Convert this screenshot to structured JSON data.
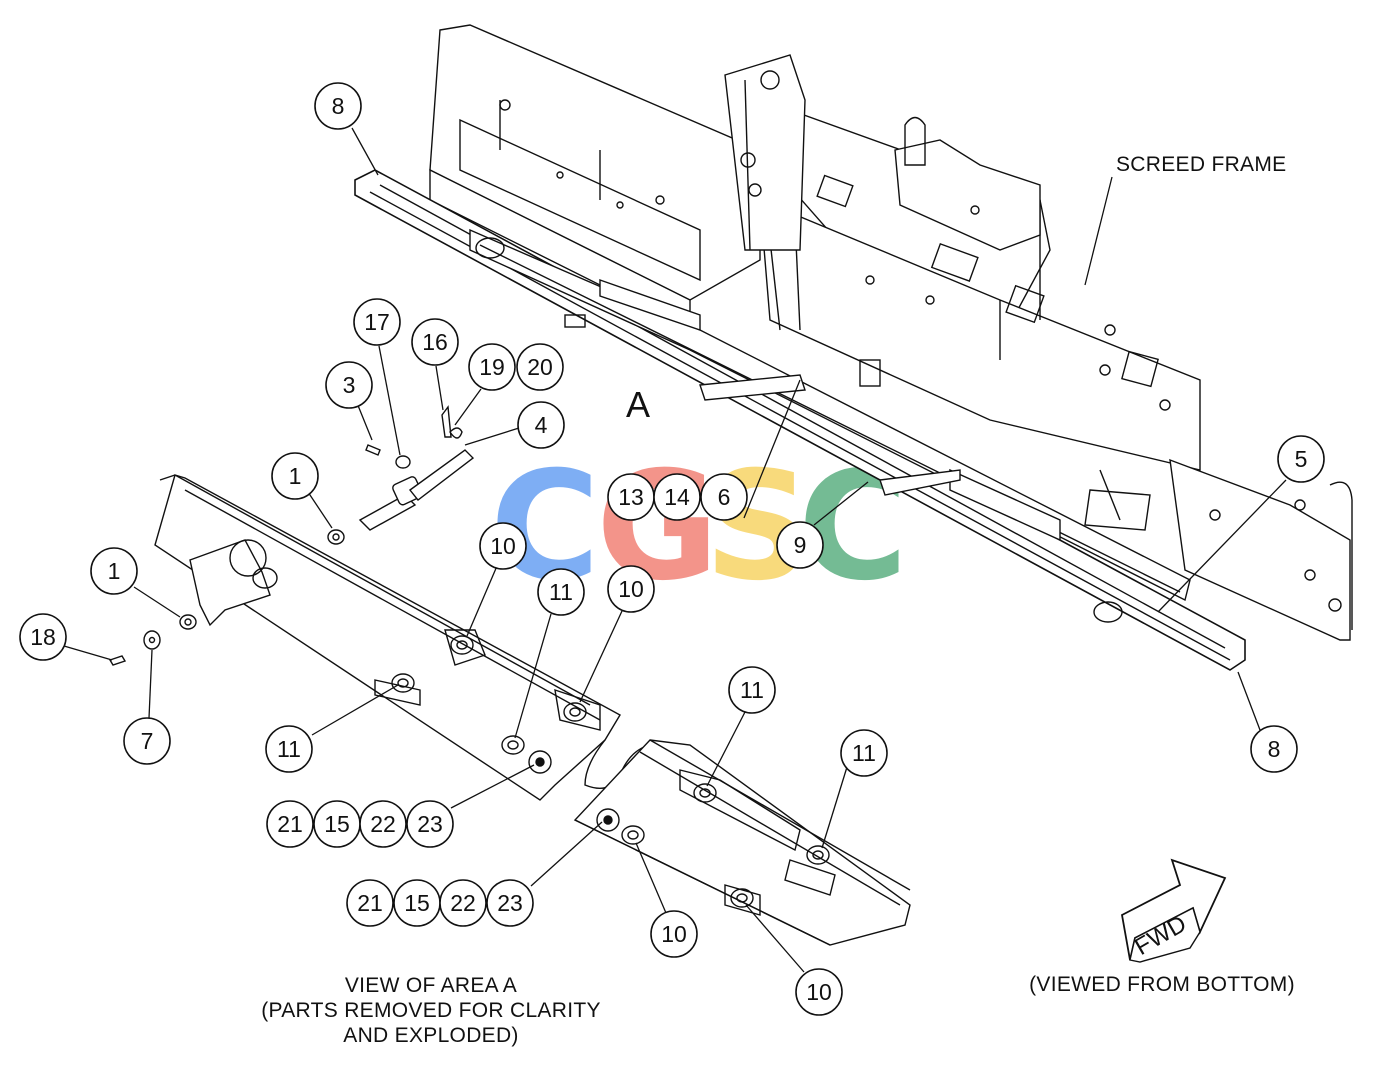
{
  "labels": {
    "screed_frame": "SCREED FRAME",
    "area_letter": "A",
    "view_line1": "VIEW OF AREA A",
    "view_line2": "(PARTS REMOVED FOR CLARITY",
    "view_line3": "AND EXPLODED)",
    "viewed_from": "(VIEWED FROM BOTTOM)",
    "fwd": "FWD"
  },
  "watermark": {
    "letters": [
      "C",
      "G",
      "S",
      "C"
    ],
    "colors": [
      "#4d8ff0",
      "#ef6b5e",
      "#f6cd4a",
      "#3fa16b"
    ]
  },
  "callouts": [
    {
      "id": "c8a",
      "text": "8"
    },
    {
      "id": "c17",
      "text": "17"
    },
    {
      "id": "c16",
      "text": "16"
    },
    {
      "id": "c3",
      "text": "3"
    },
    {
      "id": "c19",
      "text": "19"
    },
    {
      "id": "c20",
      "text": "20"
    },
    {
      "id": "c4",
      "text": "4"
    },
    {
      "id": "c1a",
      "text": "1"
    },
    {
      "id": "c1b",
      "text": "1"
    },
    {
      "id": "c18",
      "text": "18"
    },
    {
      "id": "c7",
      "text": "7"
    },
    {
      "id": "c10a",
      "text": "10"
    },
    {
      "id": "c11a",
      "text": "11"
    },
    {
      "id": "c10b",
      "text": "10"
    },
    {
      "id": "c11b",
      "text": "11"
    },
    {
      "id": "c21a",
      "text": "21"
    },
    {
      "id": "c15a",
      "text": "15"
    },
    {
      "id": "c22a",
      "text": "22"
    },
    {
      "id": "c23a",
      "text": "23"
    },
    {
      "id": "c13",
      "text": "13"
    },
    {
      "id": "c14",
      "text": "14"
    },
    {
      "id": "c6",
      "text": "6"
    },
    {
      "id": "c9",
      "text": "9"
    },
    {
      "id": "c5",
      "text": "5"
    },
    {
      "id": "c8b",
      "text": "8"
    },
    {
      "id": "c11c",
      "text": "11"
    },
    {
      "id": "c11d",
      "text": "11"
    },
    {
      "id": "c21b",
      "text": "21"
    },
    {
      "id": "c15b",
      "text": "15"
    },
    {
      "id": "c22b",
      "text": "22"
    },
    {
      "id": "c23b",
      "text": "23"
    },
    {
      "id": "c10c",
      "text": "10"
    },
    {
      "id": "c10d",
      "text": "10"
    }
  ]
}
